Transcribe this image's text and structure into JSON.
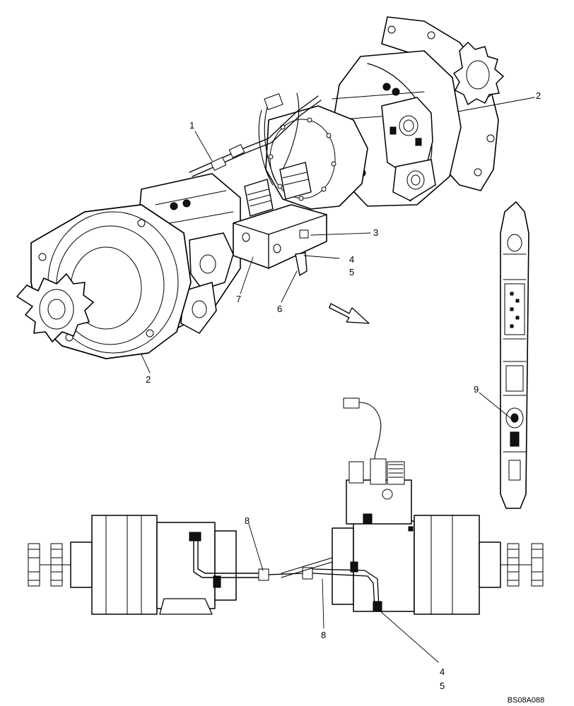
{
  "callouts": {
    "c1": "1",
    "c2_top_right": "2",
    "c2_bottom_left": "2",
    "c3": "3",
    "c4_upper": "4",
    "c5_upper": "5",
    "c6": "6",
    "c7": "7",
    "c8_upper": "8",
    "c8_lower": "8",
    "c9": "9",
    "c4_lower": "4",
    "c5_lower": "5"
  },
  "figure_code": "BS08A088"
}
